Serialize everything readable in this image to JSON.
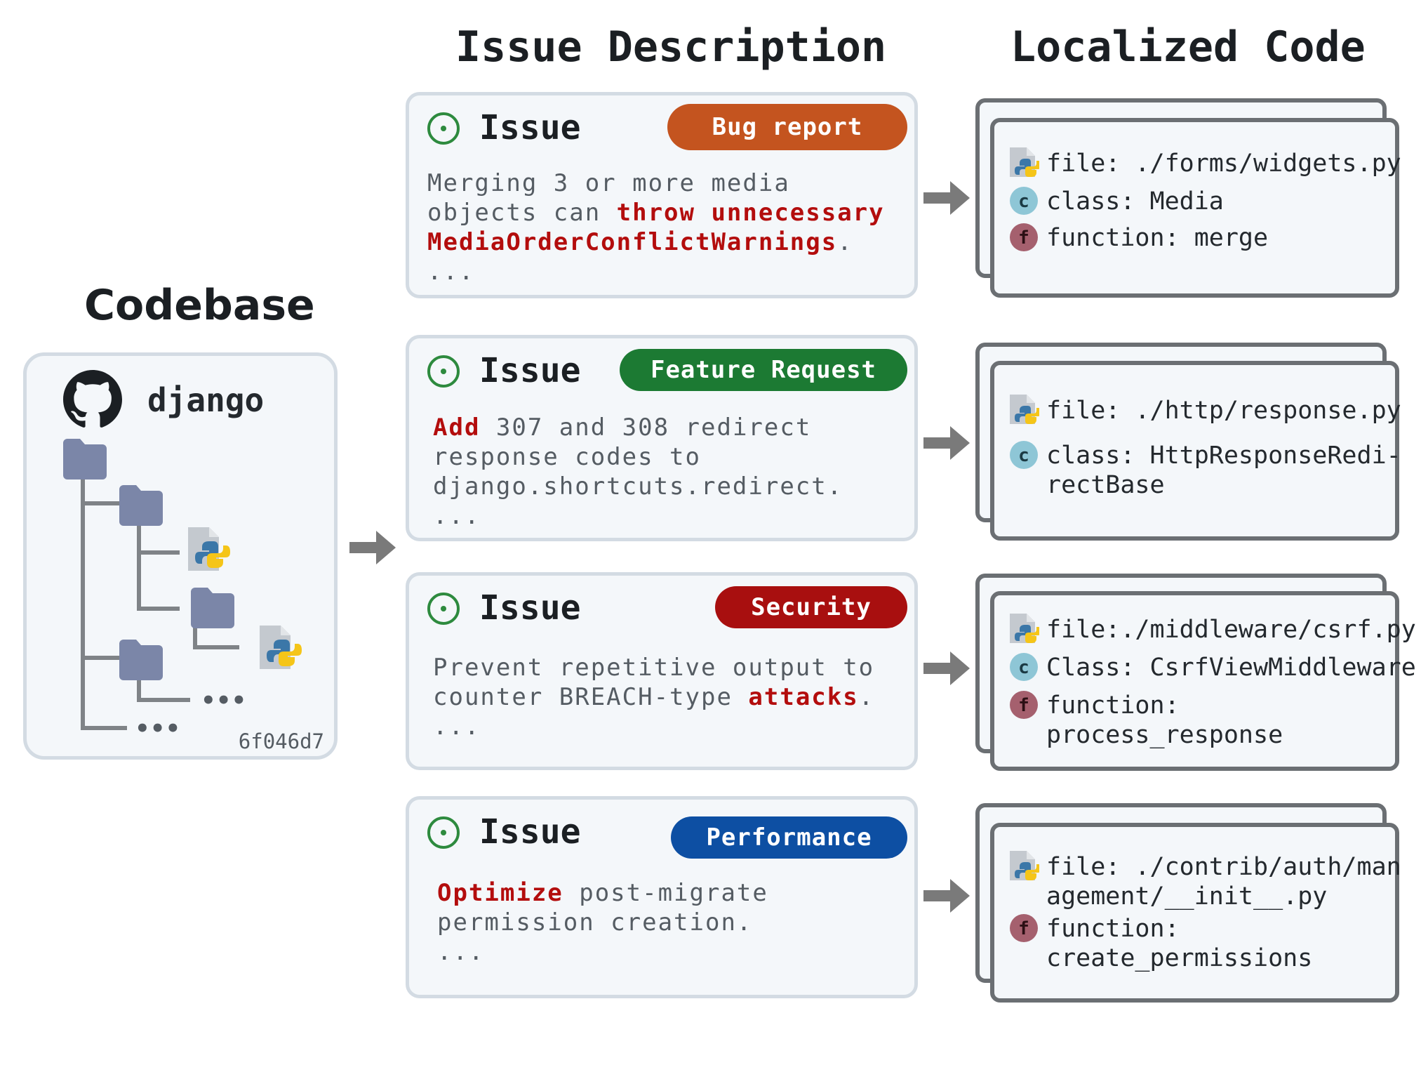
{
  "headings": {
    "issue_description": "Issue Description",
    "localized_code": "Localized Code",
    "codebase": "Codebase"
  },
  "codebase": {
    "repo_name": "django",
    "commit_hash": "6f046d7",
    "ellipsis": "•••"
  },
  "issues": [
    {
      "title": "Issue",
      "badge": "Bug report",
      "badge_color": "#c4541f",
      "text_parts": [
        {
          "t": "Merging 3 or more media\nobjects can ",
          "hl": false
        },
        {
          "t": "throw unnecessary\nMediaOrderConflictWarnings",
          "hl": true
        },
        {
          "t": ".\n...",
          "hl": false
        }
      ]
    },
    {
      "title": "Issue",
      "badge": "Feature Request",
      "badge_color": "#1c7a33",
      "text_parts": [
        {
          "t": "Add",
          "hl": true
        },
        {
          "t": " 307 and 308 redirect\nresponse codes to\ndjango.shortcuts.redirect.\n...",
          "hl": false
        }
      ]
    },
    {
      "title": "Issue",
      "badge": "Security",
      "badge_color": "#a80f0f",
      "text_parts": [
        {
          "t": "Prevent repetitive output to\ncounter BREACH-type ",
          "hl": false
        },
        {
          "t": "attacks",
          "hl": true
        },
        {
          "t": ".\n...",
          "hl": false
        }
      ]
    },
    {
      "title": "Issue",
      "badge": "Performance",
      "badge_color": "#0d4fa3",
      "text_parts": [
        {
          "t": "Optimize",
          "hl": true
        },
        {
          "t": " post-migrate\npermission creation.\n...",
          "hl": false
        }
      ]
    }
  ],
  "localized": [
    {
      "rows": [
        {
          "icon": "python-file-icon",
          "text": "file: ./forms/widgets.py"
        },
        {
          "icon": "class-icon",
          "letter": "c",
          "text": "class: Media"
        },
        {
          "icon": "function-icon",
          "letter": "f",
          "text": "function: merge"
        }
      ]
    },
    {
      "rows": [
        {
          "icon": "python-file-icon",
          "text": "file: ./http/response.py"
        },
        {
          "icon": "class-icon",
          "letter": "c",
          "text": "class: HttpResponseRedi-\nrectBase"
        }
      ]
    },
    {
      "rows": [
        {
          "icon": "python-file-icon",
          "text": "file:./middleware/csrf.py"
        },
        {
          "icon": "class-icon",
          "letter": "c",
          "text": "Class: CsrfViewMiddleware"
        },
        {
          "icon": "function-icon",
          "letter": "f",
          "text": "function:\nprocess_response"
        }
      ]
    },
    {
      "rows": [
        {
          "icon": "python-file-icon",
          "text": "file: ./contrib/auth/man\nagement/__init__.py"
        },
        {
          "icon": "function-icon",
          "letter": "f",
          "text": "function:\ncreate_permissions"
        }
      ]
    }
  ],
  "colors": {
    "class_icon": "#8ec6d6",
    "function_icon": "#a5606e",
    "issue_icon": "#2d8a3e",
    "arrow": "#7a7a7a",
    "highlight": "#b30d0d"
  }
}
